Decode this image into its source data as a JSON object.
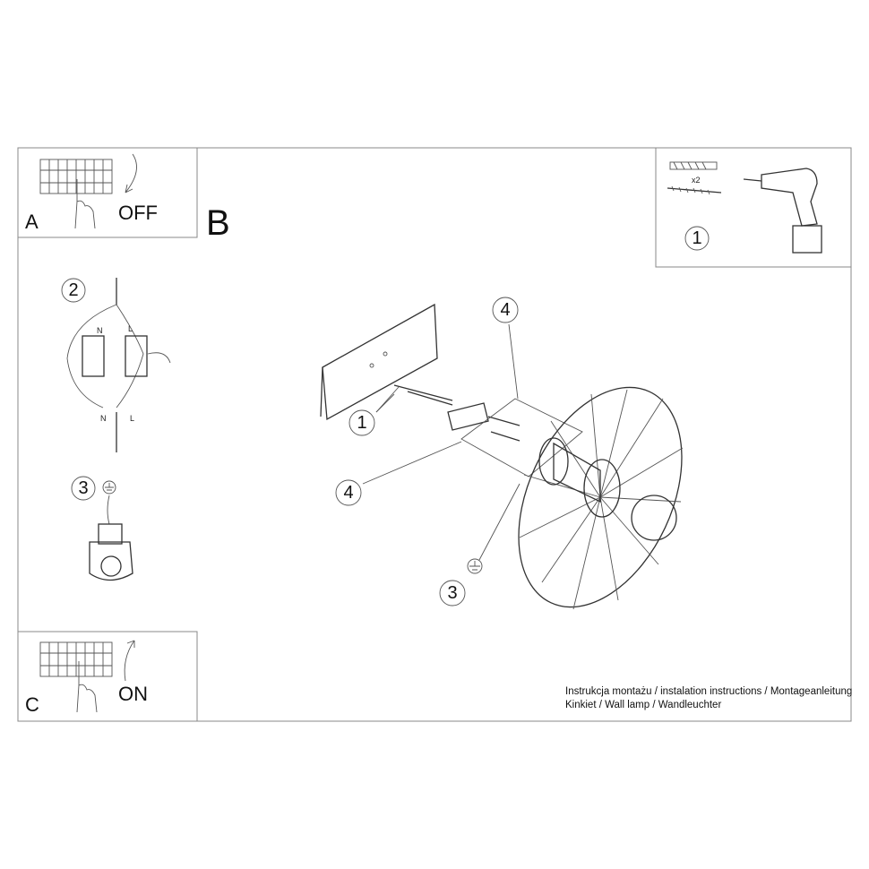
{
  "panels": {
    "a": {
      "letter": "A",
      "action": "OFF"
    },
    "b": {
      "letter": "B"
    },
    "c": {
      "letter": "C",
      "action": "ON"
    }
  },
  "tools": {
    "step": "1",
    "quantity": "x2"
  },
  "wiring": {
    "step": "2",
    "neutral_top": "N",
    "live_top": "L",
    "neutral_bottom": "N",
    "live_bottom": "L"
  },
  "ground": {
    "step": "3"
  },
  "assembly": {
    "step_mount": "1",
    "step_body_top": "4",
    "step_body_left": "4",
    "step_ground": "3"
  },
  "caption": {
    "line1": "Instrukcja montażu / instalation instructions / Montageanleitung",
    "line2": "Kinkiet / Wall lamp / Wandleuchter"
  }
}
